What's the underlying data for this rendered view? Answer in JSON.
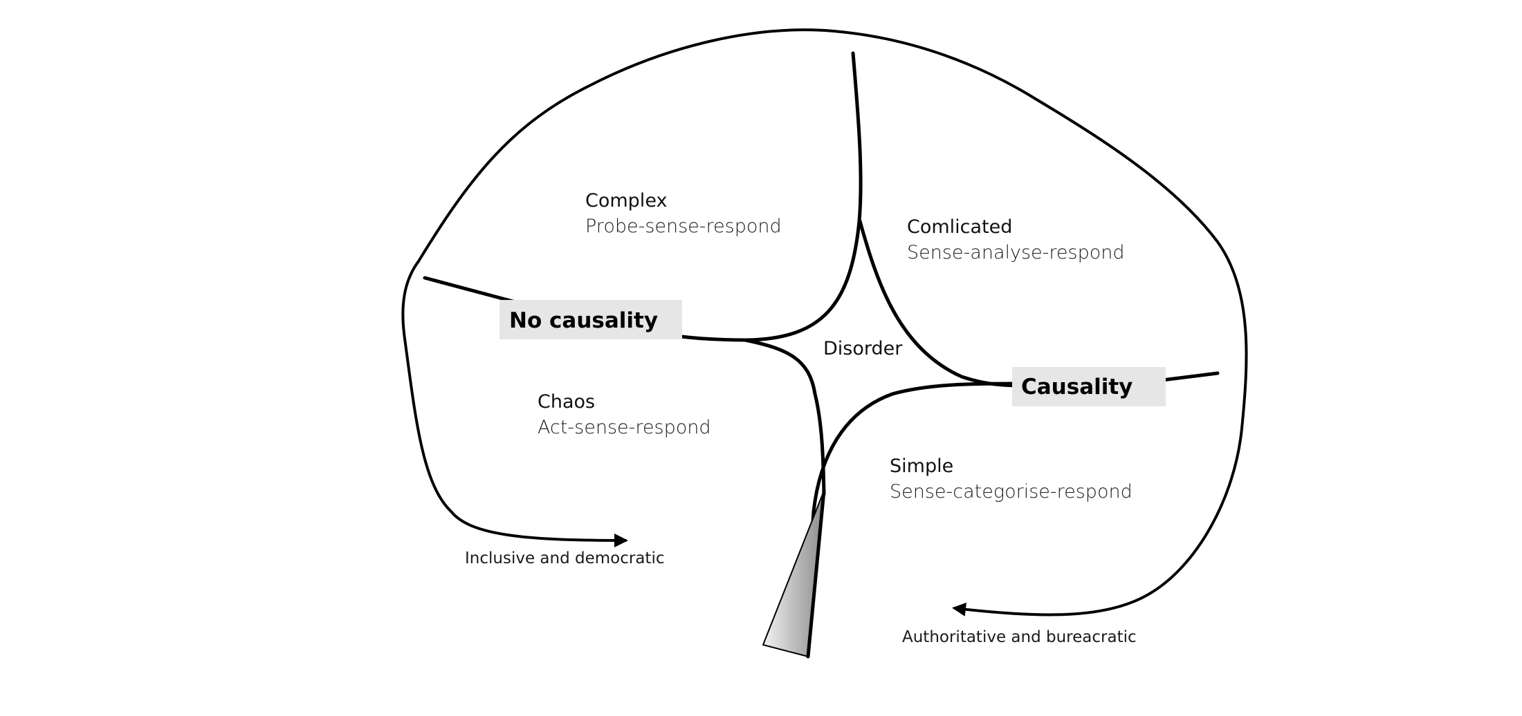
{
  "domains": {
    "complex": {
      "name": "Complex",
      "approach": "Probe-sense-respond"
    },
    "complicated": {
      "name": "Comlicated",
      "approach": "Sense-analyse-respond"
    },
    "chaos": {
      "name": "Chaos",
      "approach": "Act-sense-respond"
    },
    "simple": {
      "name": "Simple",
      "approach": "Sense-categorise-respond"
    },
    "disorder": {
      "name": "Disorder"
    }
  },
  "axis": {
    "left_label": "No causality",
    "right_label": "Causality"
  },
  "arrows": {
    "left_caption": "Inclusive and democratic",
    "right_caption": "Authoritative and bureacratic"
  },
  "colors": {
    "line": "#000000",
    "label_box": "#e6e6e6",
    "wedge_light": "#f2f2f2",
    "wedge_dark": "#8c8c8c"
  }
}
